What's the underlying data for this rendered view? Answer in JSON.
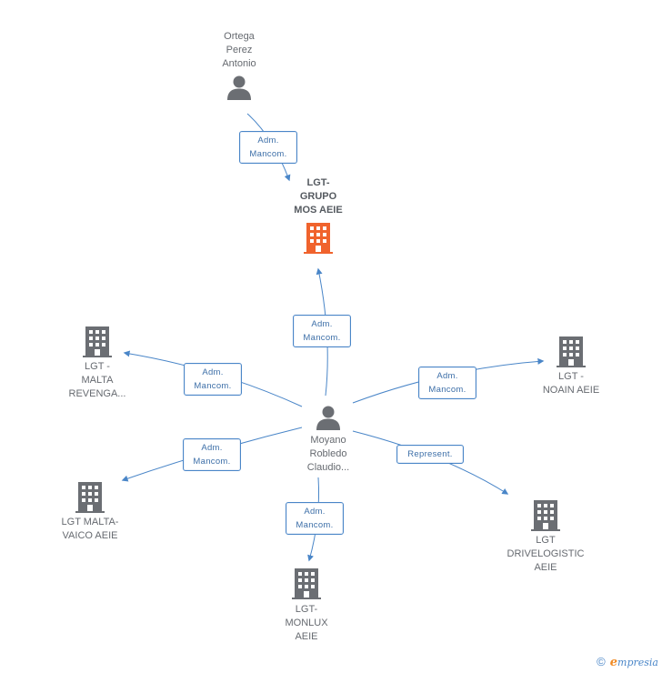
{
  "nodes": {
    "ortega": {
      "label": "Ortega\nPerez\nAntonio",
      "type": "person"
    },
    "grupo_mos": {
      "label": "LGT-\nGRUPO\nMOS AEIE",
      "type": "company-main"
    },
    "malta_revenga": {
      "label": "LGT -\nMALTA\nREVENGA...",
      "type": "company"
    },
    "noain": {
      "label": "LGT -\nNOAIN AEIE",
      "type": "company"
    },
    "moyano": {
      "label": "Moyano\nRobledo\nClaudio...",
      "type": "person"
    },
    "malta_vaico": {
      "label": "LGT MALTA-\nVAICO AEIE",
      "type": "company"
    },
    "drivelogistic": {
      "label": "LGT\nDRIVELOGISTIC\nAEIE",
      "type": "company"
    },
    "monlux": {
      "label": "LGT-\nMONLUX\nAEIE",
      "type": "company"
    }
  },
  "relations": {
    "ortega_grupo": "Adm.\nMancom.",
    "moyano_grupo": "Adm.\nMancom.",
    "moyano_malta_revenga": "Adm.\nMancom.",
    "moyano_noain": "Adm.\nMancom.",
    "moyano_malta_vaico": "Adm.\nMancom.",
    "moyano_drivelogistic": "Represent.",
    "moyano_monlux": "Adm.\nMancom."
  },
  "footer": {
    "copyright": "©",
    "brand_e": "e",
    "brand_rest": "mpresia"
  },
  "colors": {
    "edge": "#4a86c8",
    "main_company": "#f0632d",
    "node_gray": "#6b6e73"
  }
}
